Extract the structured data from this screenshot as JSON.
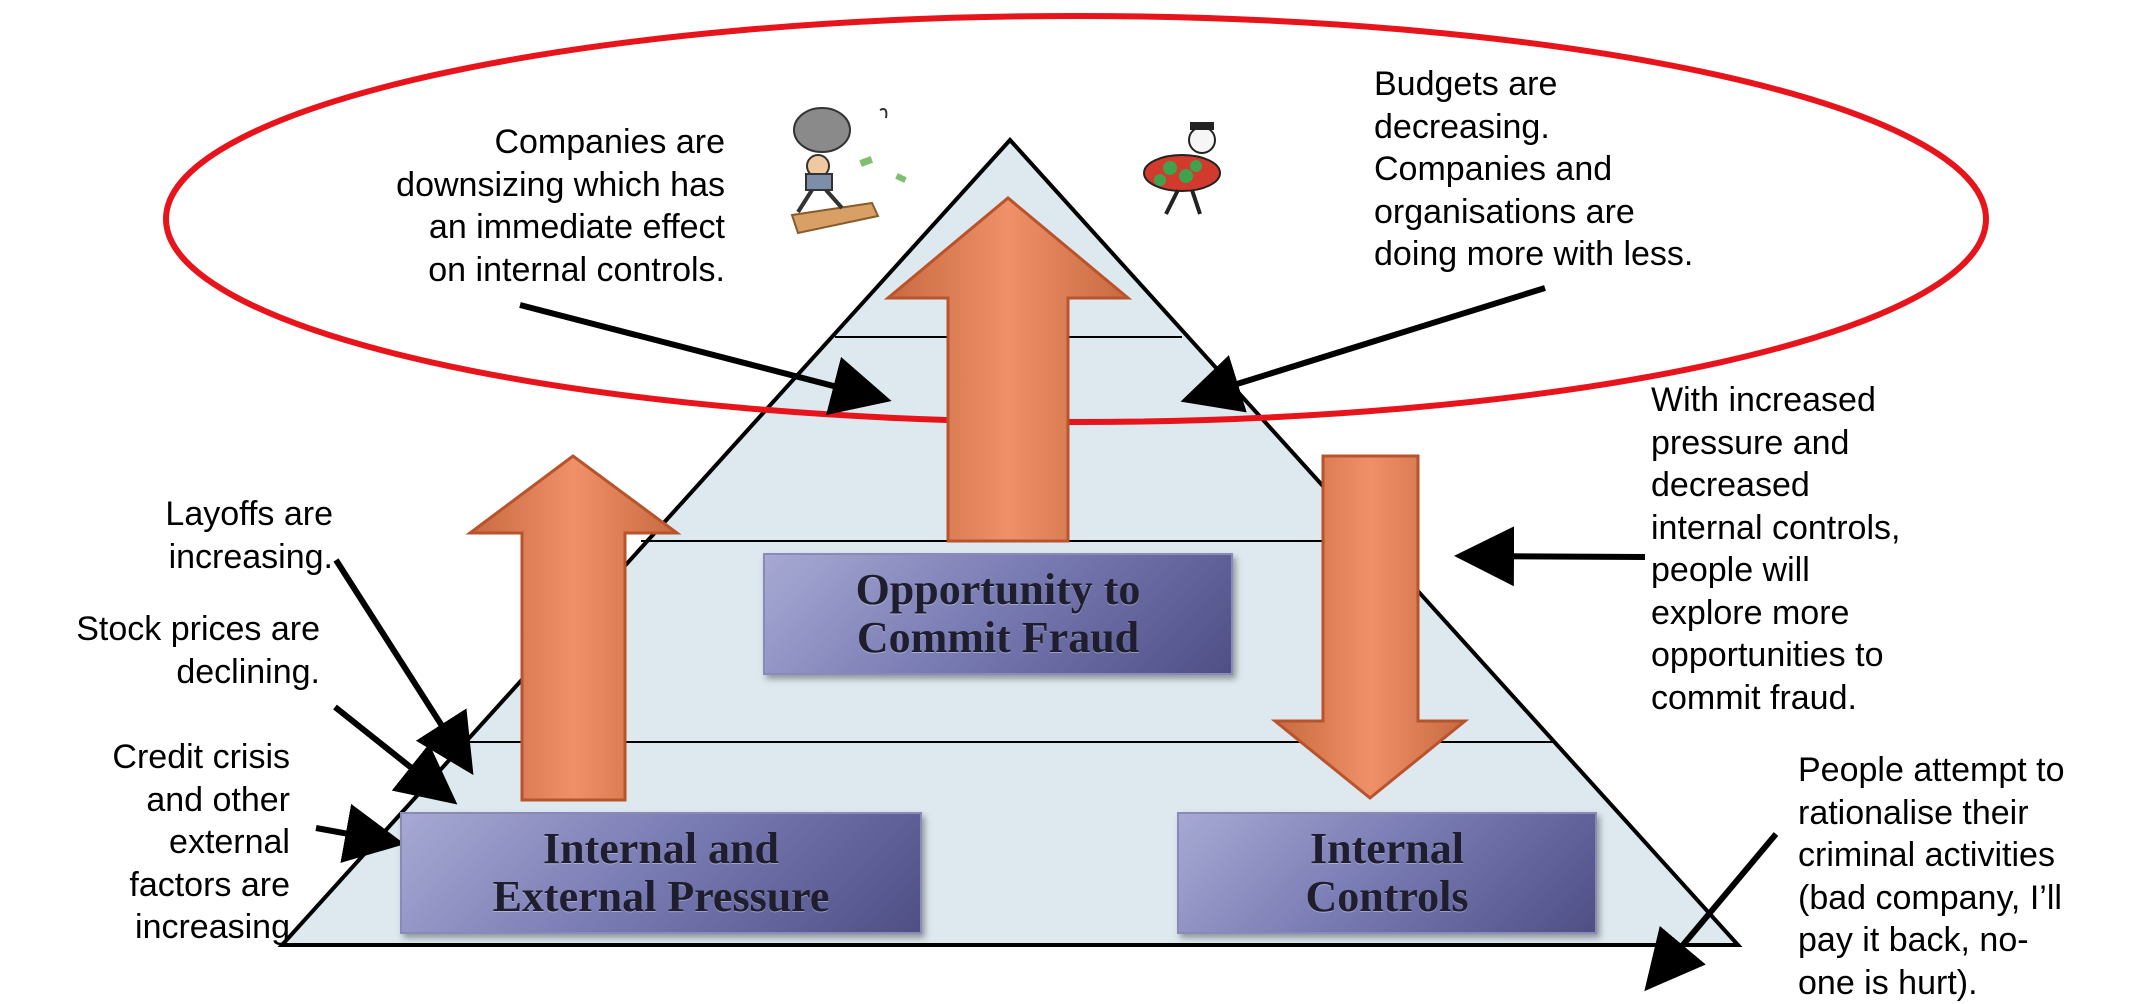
{
  "diagram": {
    "levels": {
      "bottom_left": "Internal and\nExternal Pressure",
      "bottom_right": "Internal\nControls",
      "middle": "Opportunity to\nCommit Fraud"
    },
    "callouts": {
      "companies_downsizing": "Companies are\ndownsizing which has\nan immediate effect\non internal controls.",
      "budgets_decreasing": "Budgets are\ndecreasing.\nCompanies and\norganisations are\ndoing more with less.",
      "layoffs": "Layoffs are\nincreasing.",
      "stock_prices": "Stock prices are\ndeclining.",
      "credit_crisis": "Credit crisis\nand other\nexternal\nfactors are\nincreasing",
      "increased_pressure": "With increased\npressure and\ndecreased\ninternal controls,\npeople will\nexplore more\nopportunities to\ncommit  fraud.",
      "rationalise": "People attempt to\nrationalise their\ncriminal activities\n(bad company, I’ll\npay it back, no-\none is hurt)."
    },
    "colors": {
      "ellipse": "#e8141b",
      "pyramid_fill": "#dde8ef",
      "arrow_fill": "#e07a50",
      "box_fill": "#6f71aa"
    },
    "icons": [
      "thief-running-icon",
      "thief-with-money-icon"
    ]
  }
}
